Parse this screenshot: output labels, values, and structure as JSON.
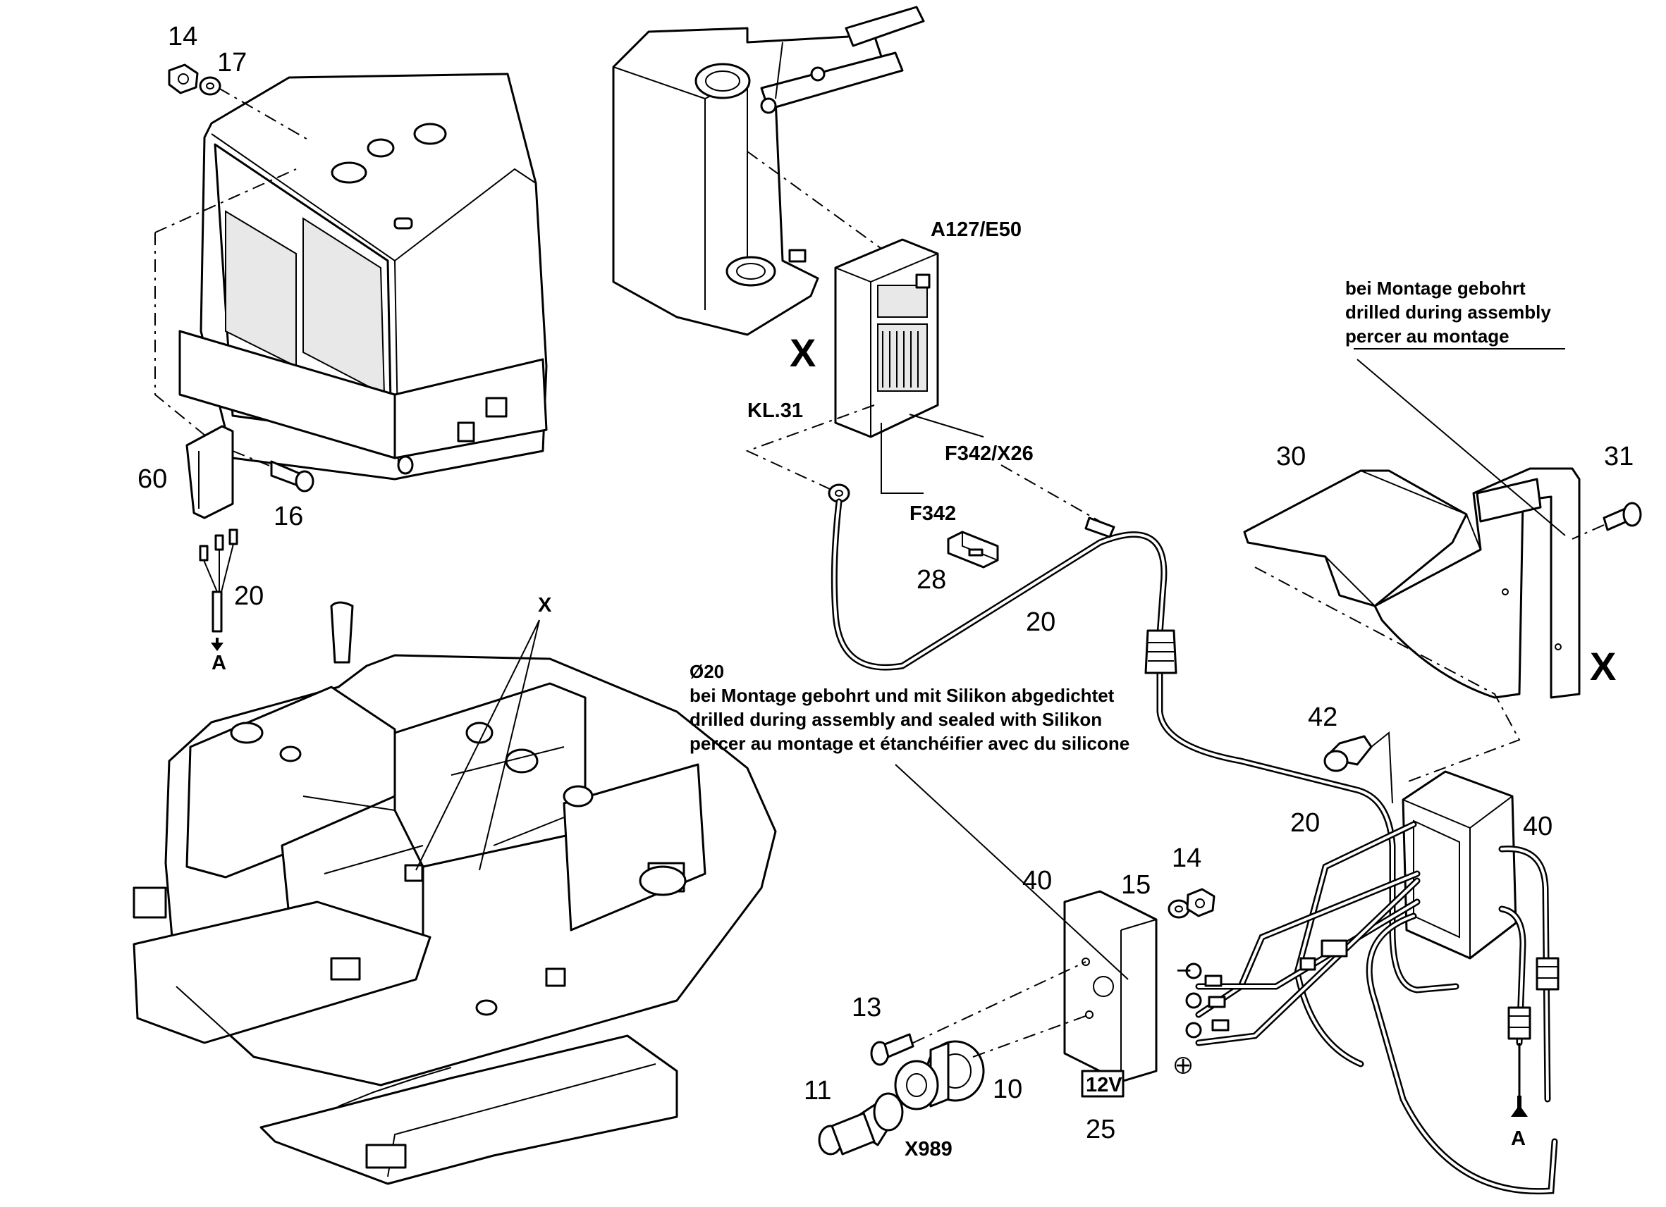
{
  "labels": {
    "p14_top": "14",
    "p17": "17",
    "p60": "60",
    "p16": "16",
    "p20_left": "20",
    "arrow_a_left": "A",
    "x_callout": "X",
    "a127": "A127/E50",
    "x_box": "X",
    "kl31": "KL.31",
    "f342x26": "F342/X26",
    "f342": "F342",
    "p28": "28",
    "p20_mid": "20",
    "p30": "30",
    "p31": "31",
    "x_right": "X",
    "p42": "42",
    "p20_right": "20",
    "p40_right": "40",
    "p40_mid": "40",
    "p15": "15",
    "p14_mid": "14",
    "p13": "13",
    "p11": "11",
    "p10": "10",
    "x989": "X989",
    "p25": "25",
    "label_12v": "12V",
    "arrow_a_right": "A",
    "minus": "−",
    "plus": "+"
  },
  "notes": {
    "drill_top": [
      "bei Montage gebohrt",
      "drilled during assembly",
      "percer au montage"
    ],
    "drill_seal": [
      "Ø20",
      "bei Montage gebohrt und mit Silikon abgedichtet",
      "drilled during assembly and sealed with Silikon",
      "percer au montage et étanchéifier avec du silicone"
    ]
  }
}
